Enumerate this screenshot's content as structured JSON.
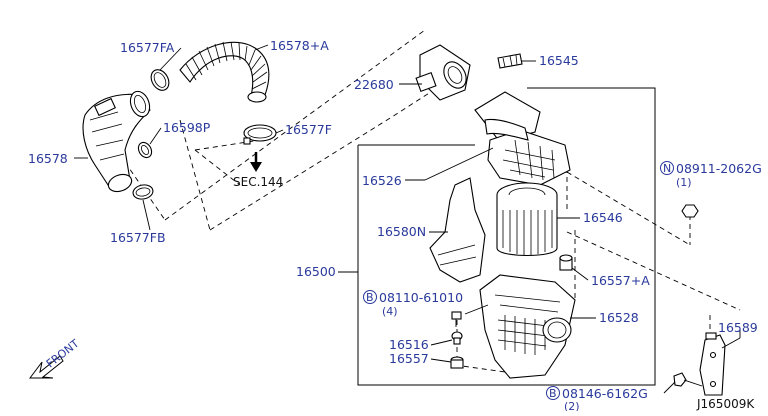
{
  "diagram_code": "J165009K",
  "direction_label": "FRONT",
  "sec_ref": "SEC.144",
  "labels": {
    "p16577FA": "16577FA",
    "p16578A": "16578+A",
    "p22680": "22680",
    "p16545": "16545",
    "p16598P": "16598P",
    "p16577F": "16577F",
    "p16578": "16578",
    "p16526": "16526",
    "p08911": "08911-2062G",
    "p08911_qty": "(1)",
    "p16580N": "16580N",
    "p16546": "16546",
    "p16577FB": "16577FB",
    "p16500": "16500",
    "p16557A": "16557+A",
    "p08110": "08110-61010",
    "p08110_qty": "(4)",
    "p16528": "16528",
    "p16589": "16589",
    "p16516": "16516",
    "p16557": "16557",
    "p08146": "08146-6162G",
    "p08146_qty": "(2)"
  },
  "circle_prefixes": {
    "p08911": "N",
    "p08110": "B",
    "p08146": "B"
  }
}
